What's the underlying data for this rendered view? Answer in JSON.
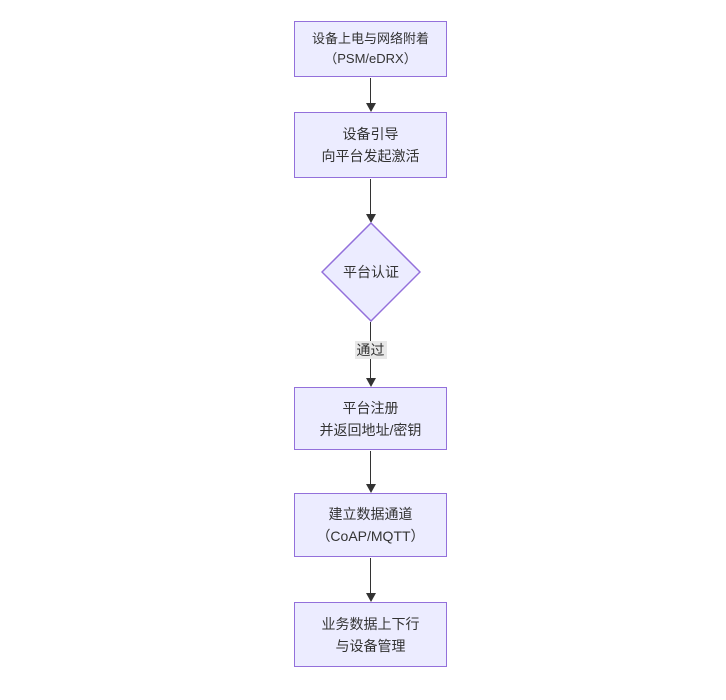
{
  "diagram": {
    "type": "flowchart",
    "direction": "top-down",
    "nodes": [
      {
        "id": "A",
        "shape": "rect",
        "lines": [
          "设备上电与网络附着",
          "（PSM/eDRX）"
        ]
      },
      {
        "id": "B",
        "shape": "rect",
        "lines": [
          "设备引导",
          "向平台发起激活"
        ]
      },
      {
        "id": "C",
        "shape": "diamond",
        "label": "平台认证"
      },
      {
        "id": "D",
        "shape": "rect",
        "lines": [
          "平台注册",
          "并返回地址/密钥"
        ]
      },
      {
        "id": "E",
        "shape": "rect",
        "lines": [
          "建立数据通道",
          "（CoAP/MQTT）"
        ]
      },
      {
        "id": "F",
        "shape": "rect",
        "lines": [
          "业务数据上下行",
          "与设备管理"
        ]
      }
    ],
    "edges": [
      {
        "from": "A",
        "to": "B",
        "label": ""
      },
      {
        "from": "B",
        "to": "C",
        "label": ""
      },
      {
        "from": "C",
        "to": "D",
        "label": "通过"
      },
      {
        "from": "D",
        "to": "E",
        "label": ""
      },
      {
        "from": "E",
        "to": "F",
        "label": ""
      }
    ],
    "colors": {
      "node_fill": "#ECECFF",
      "node_border": "#9370DB",
      "arrow": "#333333",
      "edge_label_bg": "#e8e8e8",
      "text": "#333333",
      "background": "#ffffff"
    }
  }
}
